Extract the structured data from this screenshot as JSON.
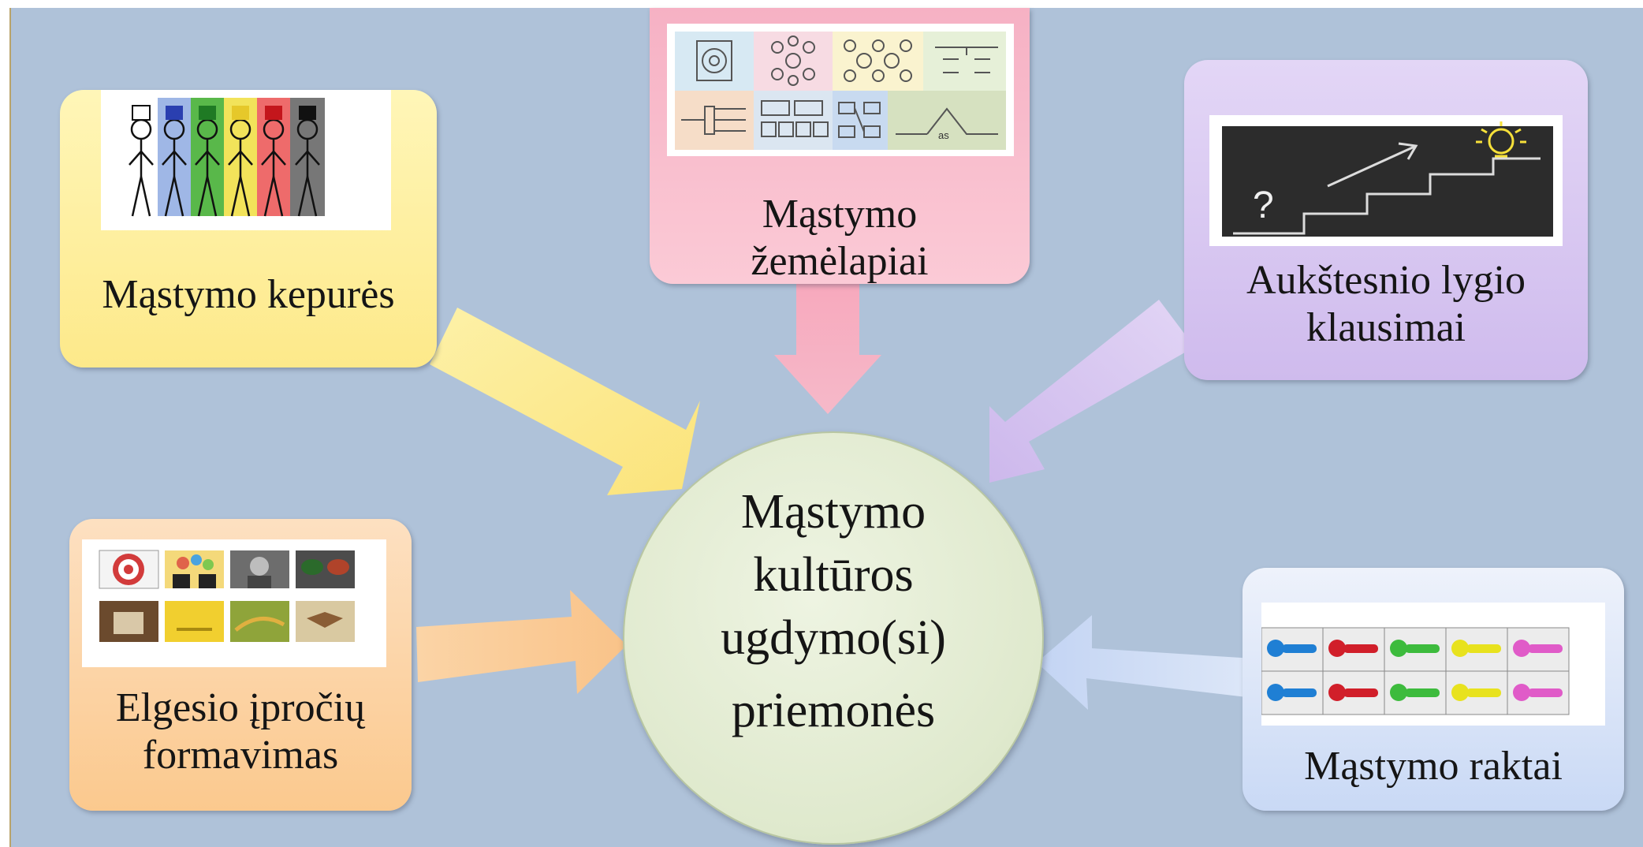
{
  "center": {
    "line1": "Mąstymo",
    "line2": "kultūros",
    "line3": "ugdymo(si)",
    "line4": "priemonės"
  },
  "nodes": {
    "kepures": {
      "label": "Mąstymo kepurės"
    },
    "zemelapiai": {
      "line1": "Mąstymo",
      "line2": "žemėlapiai"
    },
    "klausimai": {
      "line1": "Aukštesnio lygio",
      "line2": "klausimai"
    },
    "iprociai": {
      "line1": "Elgesio įpročių",
      "line2": "formavimas"
    },
    "raktai": {
      "label": "Mąstymo raktai"
    }
  },
  "colors": {
    "background": "#afc2d9",
    "yellow": "#fde98a",
    "pink": "#f9b8c8",
    "purple": "#d6c4ef",
    "orange": "#fbc98e",
    "blue": "#c9d9f5",
    "center": "#dfe9cd"
  },
  "icons": {
    "kepures": "six-thinking-hats-figures",
    "zemelapiai": "thinking-maps-grid",
    "klausimai": "question-stairs-lightbulb",
    "iprociai": "habits-photo-grid",
    "raktai": "colored-keys-grid"
  },
  "images": {
    "zemelapiai_tag": "as"
  }
}
